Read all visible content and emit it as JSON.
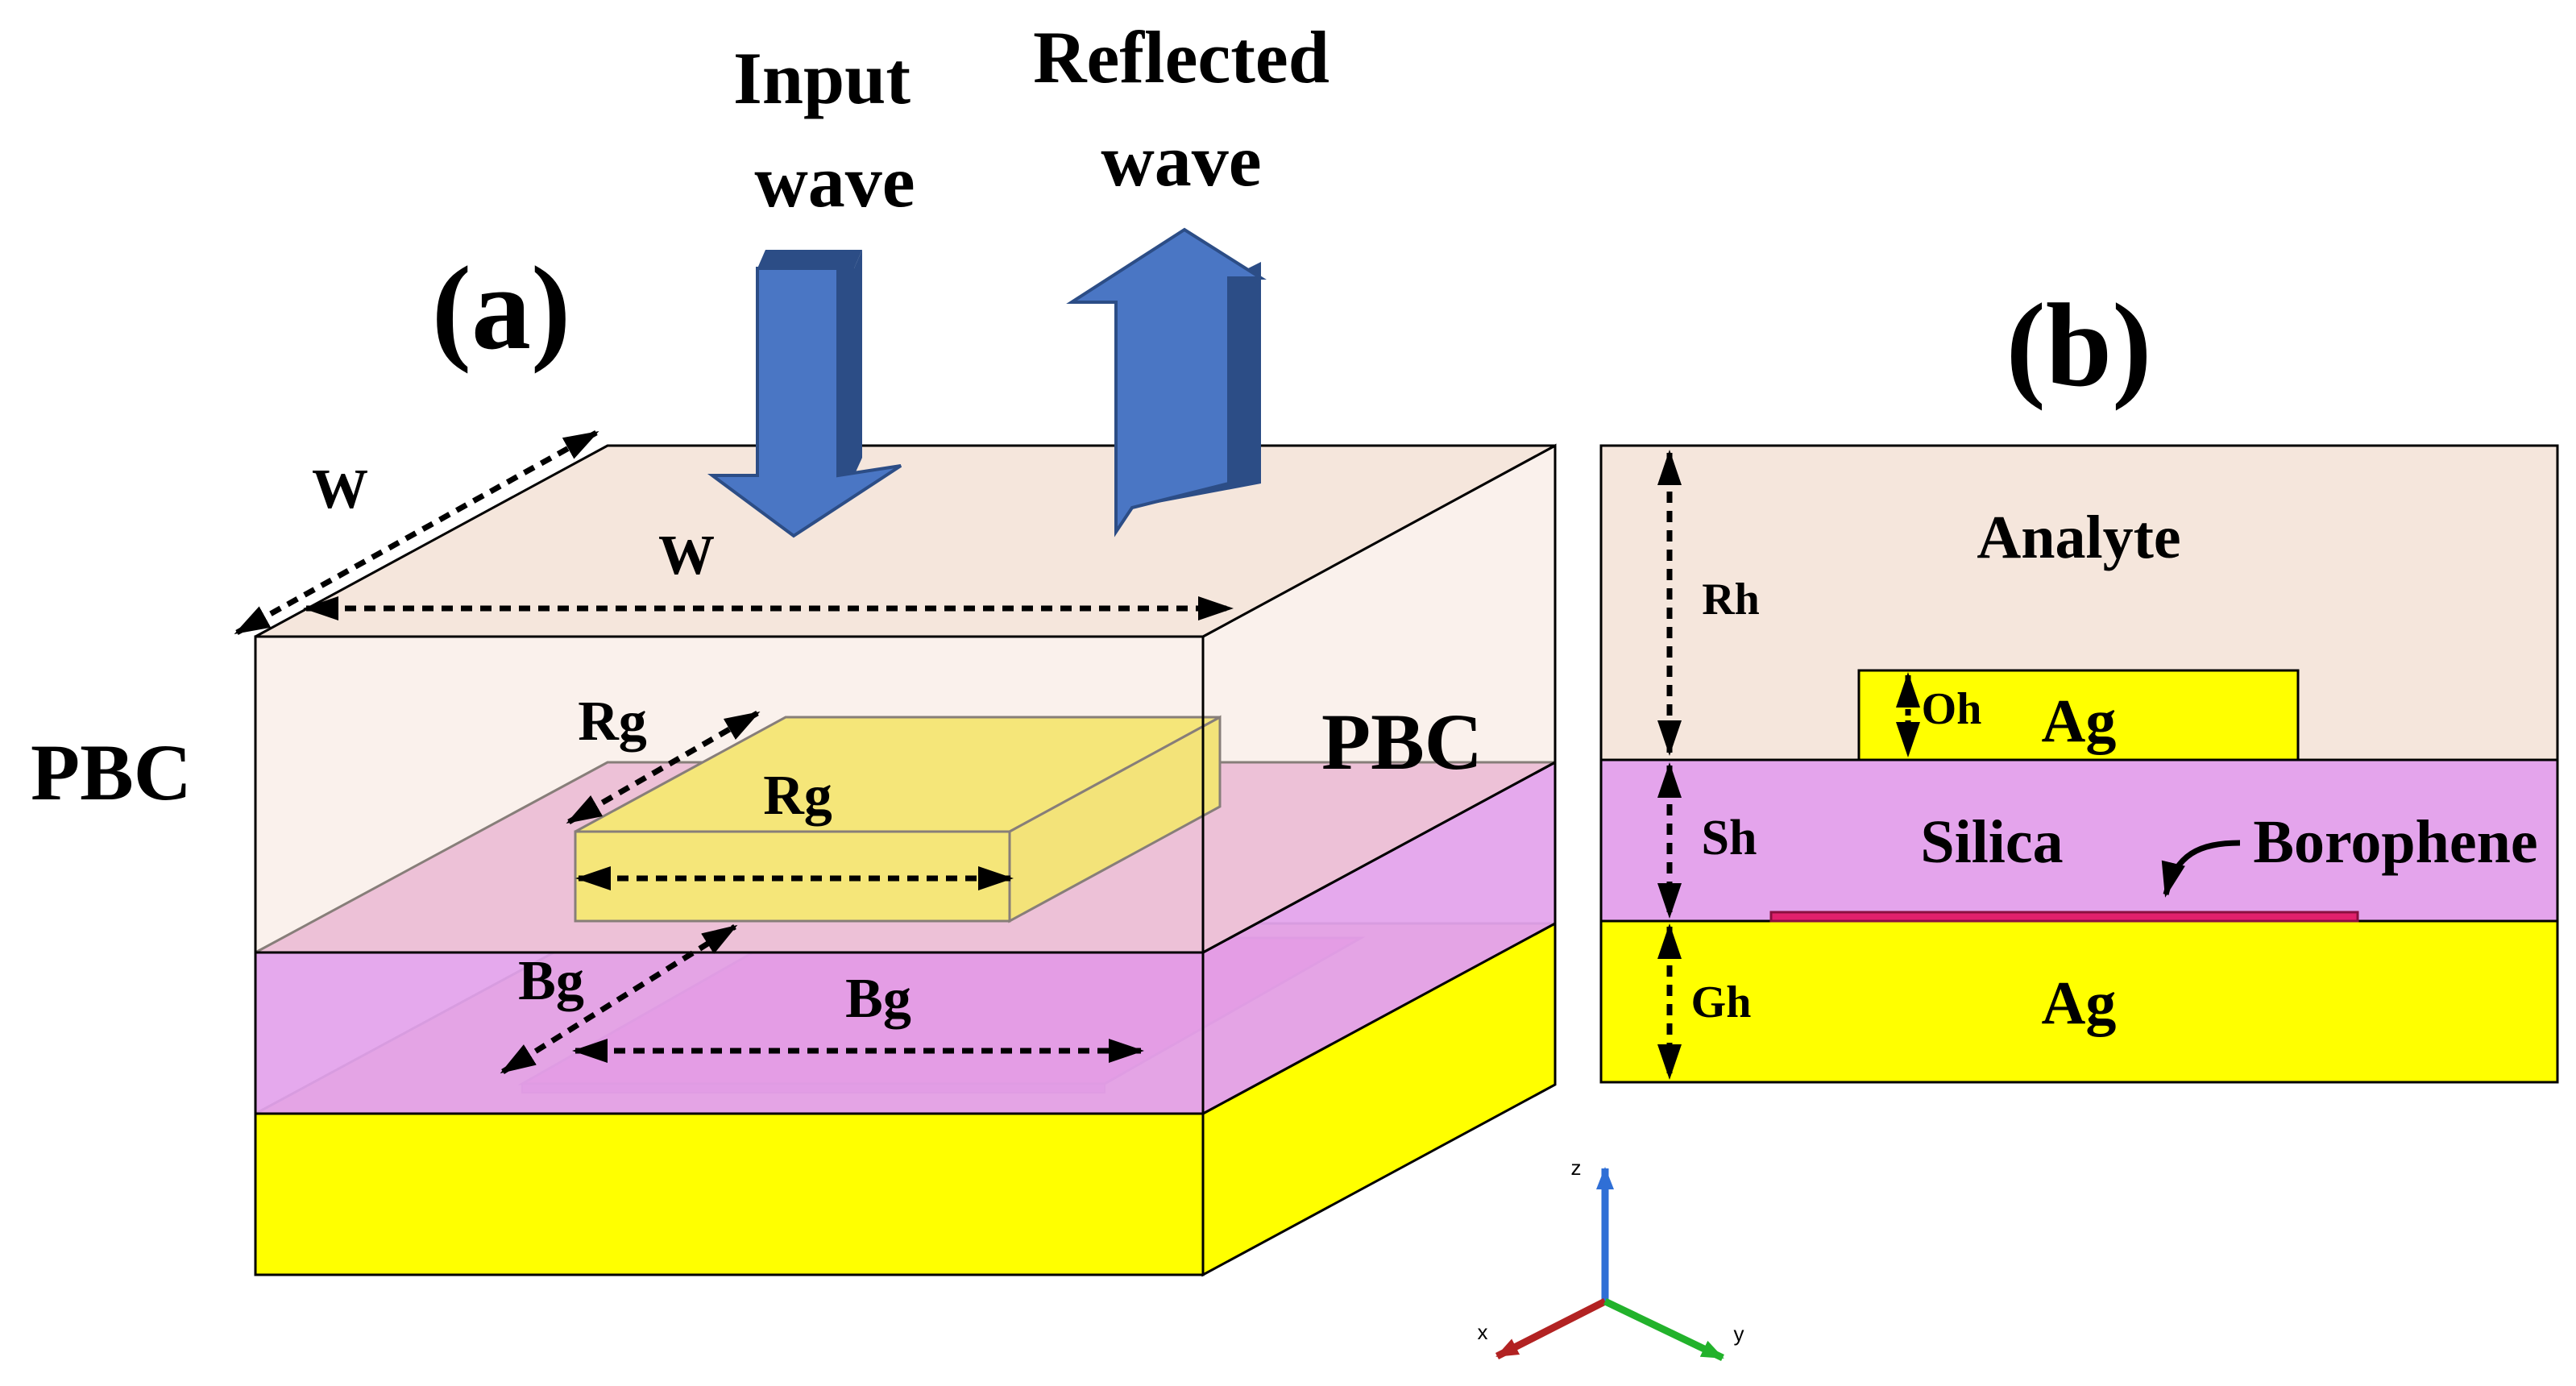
{
  "panel_a": {
    "panel_label": "(a)",
    "input_wave_line1": "Input",
    "input_wave_line2": "wave",
    "reflected_wave_line1": "Reflected",
    "reflected_wave_line2": "wave",
    "pbc_left": "PBC",
    "pbc_right": "PBC",
    "w_depth": "W",
    "w_width": "W",
    "rg_depth": "Rg",
    "rg_width": "Rg",
    "bg_depth": "Bg",
    "bg_width": "Bg"
  },
  "panel_b": {
    "panel_label": "(b)",
    "analyte": "Analyte",
    "rh": "Rh",
    "oh": "Oh",
    "ag_top": "Ag",
    "sh": "Sh",
    "silica": "Silica",
    "borophene": "Borophene",
    "gh": "Gh",
    "ag_bottom": "Ag"
  },
  "axes": {
    "x": "x",
    "y": "y",
    "z": "z"
  },
  "colors": {
    "analyte": "#f5e6dc",
    "silica": "#e4a4ec",
    "ag": "#ffff00",
    "resonator_gold": "#f3e600",
    "borophene": "#e1206c",
    "overlap": "#e6a46c",
    "wave_arrow": "#4a76c4",
    "wave_arrow_shadow": "#2c4d86",
    "axis_x": "#b22222",
    "axis_y": "#22b22b",
    "axis_z": "#2f6fd6"
  }
}
